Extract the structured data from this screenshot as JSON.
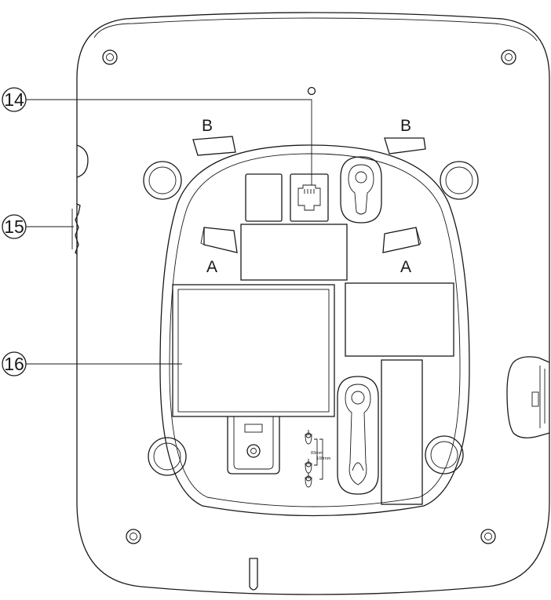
{
  "callouts": [
    {
      "number": "14",
      "target": "telephone-line-jack"
    },
    {
      "number": "15",
      "target": "side-switch"
    },
    {
      "number": "16",
      "target": "battery-compartment-cover"
    }
  ],
  "markers": {
    "upper_left": "B",
    "upper_right": "B",
    "lower_left": "A",
    "lower_right": "A"
  },
  "wall_mount_dimensions": {
    "inner": "83mm",
    "outer": "100mm"
  }
}
